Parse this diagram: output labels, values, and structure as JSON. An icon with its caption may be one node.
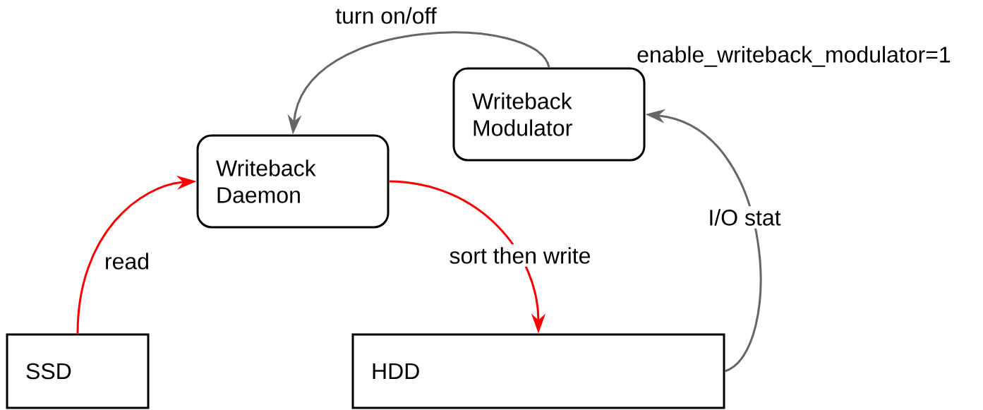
{
  "diagram": {
    "nodes": [
      {
        "text": [
          "Writeback Modulator"
        ],
        "beside": [
          "enable_writeback_modulator=1"
        ]
      },
      {
        "text": [
          "Writeback Daemon"
        ]
      },
      {
        "text": [
          "SSD"
        ]
      },
      {
        "text": [
          "HDD"
        ]
      }
    ],
    "edges": [
      {
        "from": 0,
        "to": 1,
        "arrow": "to",
        "label": "turn on/off",
        "color": "#666666"
      },
      {
        "from": 2,
        "to": 1,
        "arrow": "to",
        "label": "read",
        "color": "#ff0000"
      },
      {
        "from": 1,
        "to": 3,
        "arrow": "to",
        "label": "sort then write",
        "color": "#ff0000"
      },
      {
        "from": 3,
        "to": 0,
        "arrow": "to",
        "label": "I/O stat",
        "color": "#666666"
      }
    ]
  }
}
